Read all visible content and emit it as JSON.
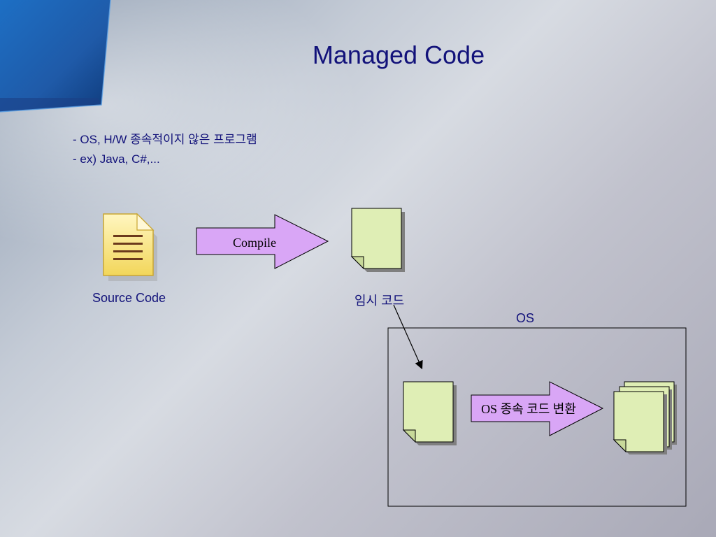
{
  "slide": {
    "title": "Managed Code",
    "bullets": [
      "- OS, H/W 종속적이지 않은 프로그램",
      "- ex) Java, C#,..."
    ]
  },
  "diagram": {
    "source_label": "Source Code",
    "compile_label": "Compile",
    "temp_code_label": "임시 코드",
    "os_label": "OS",
    "convert_label": "OS 종속 코드 변환"
  },
  "colors": {
    "title_text": "#12127a",
    "arrow_fill": "#d9a6f6",
    "document_fill": "#dfeeb5",
    "source_icon_fill": "#f7e27a"
  },
  "icons": [
    "source-code-file-icon",
    "temp-code-document-icon",
    "os-code-stack-icon"
  ]
}
